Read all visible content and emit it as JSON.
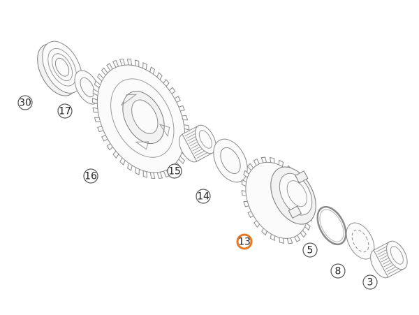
{
  "diagram": {
    "highlight_color": "#e87722",
    "callouts": [
      {
        "id": "30",
        "label": "30",
        "highlighted": false
      },
      {
        "id": "17",
        "label": "17",
        "highlighted": false
      },
      {
        "id": "16",
        "label": "16",
        "highlighted": false
      },
      {
        "id": "15",
        "label": "15",
        "highlighted": false
      },
      {
        "id": "14",
        "label": "14",
        "highlighted": false
      },
      {
        "id": "13",
        "label": "13",
        "highlighted": true
      },
      {
        "id": "5",
        "label": "5",
        "highlighted": false
      },
      {
        "id": "8",
        "label": "8",
        "highlighted": false
      },
      {
        "id": "3",
        "label": "3",
        "highlighted": false
      }
    ],
    "parts": [
      {
        "callout": "30",
        "kind": "ball-bearing-icon"
      },
      {
        "callout": "17",
        "kind": "thrust-washer-icon"
      },
      {
        "callout": "16",
        "kind": "large-spur-gear-icon"
      },
      {
        "callout": "15",
        "kind": "needle-bearing-icon"
      },
      {
        "callout": "14",
        "kind": "thrust-washer-icon"
      },
      {
        "callout": "13",
        "kind": "small-gear-with-dogs-icon"
      },
      {
        "callout": "5",
        "kind": "circlip-icon"
      },
      {
        "callout": "8",
        "kind": "splined-washer-icon"
      },
      {
        "callout": "3",
        "kind": "needle-bearing-icon"
      }
    ]
  }
}
